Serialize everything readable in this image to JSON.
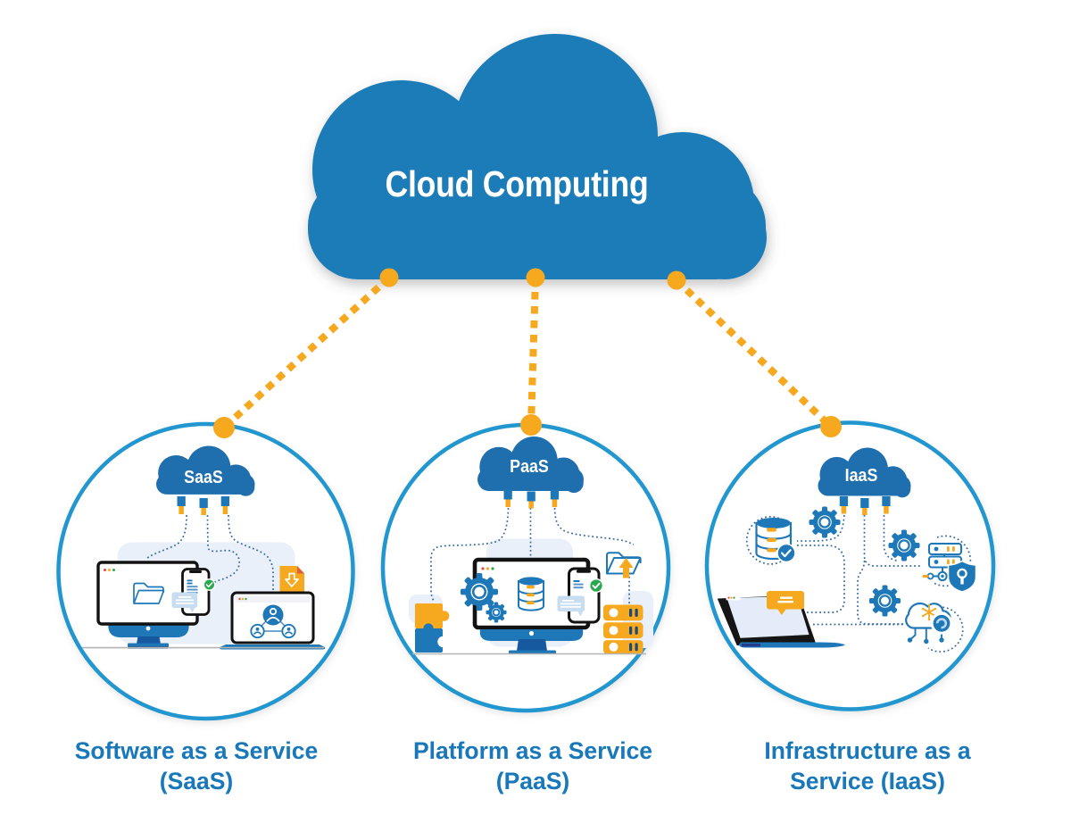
{
  "title": {
    "text": "Cloud Computing"
  },
  "nodes": [
    {
      "id": "saas",
      "cloud_label": "SaaS",
      "caption_line1": "Software as a Service",
      "caption_line2": "(SaaS)"
    },
    {
      "id": "paas",
      "cloud_label": "PaaS",
      "caption_line1": "Platform as a Service",
      "caption_line2": "(PaaS)"
    },
    {
      "id": "iaas",
      "cloud_label": "IaaS",
      "caption_line1": "Infrastructure as a",
      "caption_line2": "Service (IaaS)"
    }
  ],
  "icons": [
    "main-cloud-icon",
    "mini-cloud-icon",
    "plug-icon",
    "dotted-connector",
    "monitor-icon",
    "folder-icon",
    "smartphone-icon",
    "check-icon",
    "chat-bubble-icon",
    "laptop-icon",
    "share-network-icon",
    "download-document-icon",
    "gear-icon",
    "database-icon",
    "puzzle-icon",
    "upload-folder-icon",
    "server-stack-icon",
    "secure-server-icon",
    "shield-lock-icon",
    "key-icon",
    "cloud-network-icon",
    "tablet-icon",
    "message-icon"
  ],
  "colors": {
    "cloud_blue": "#1e7bb8",
    "mini_cloud_blue": "#1f6fae",
    "circle_blue": "#2196cf",
    "orange": "#f6a81f",
    "icon_blue": "#1e78b8",
    "caption_blue": "#1878ba",
    "green": "#2aa84f"
  }
}
